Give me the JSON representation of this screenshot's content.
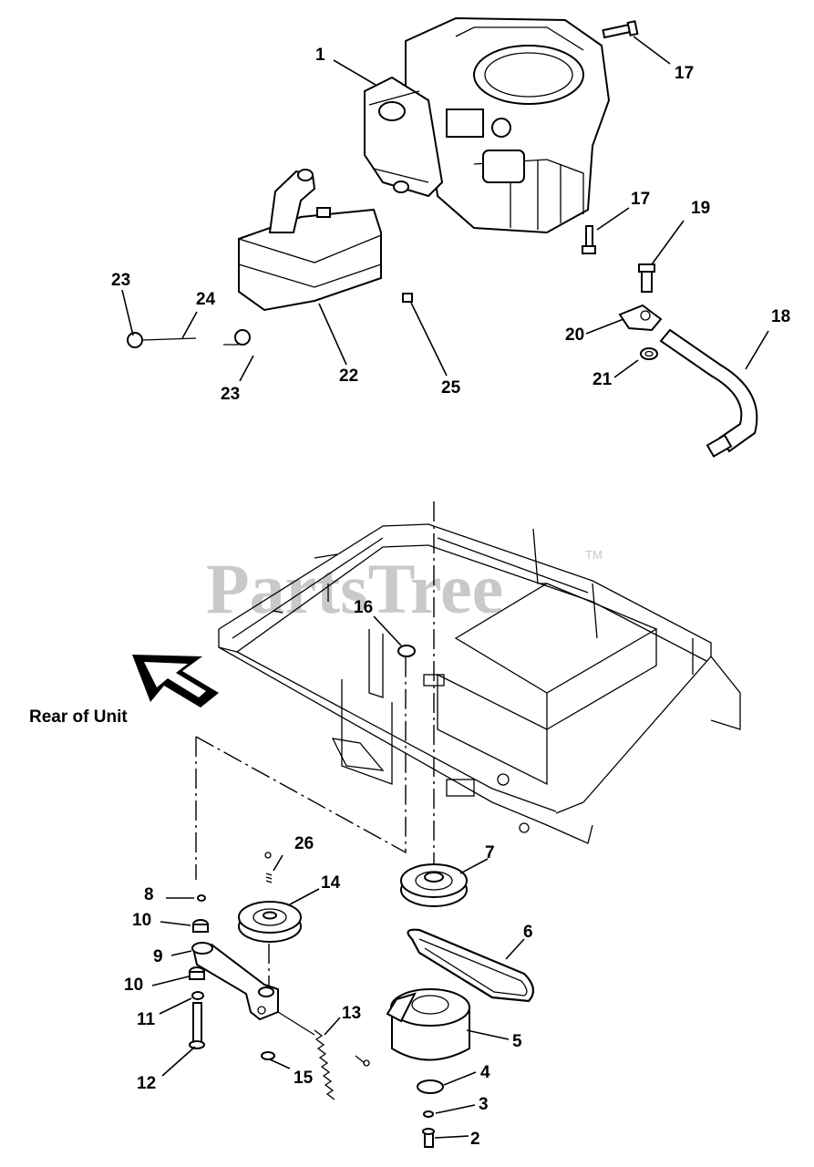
{
  "watermark": {
    "text": "PartsTree",
    "trademark": "TM"
  },
  "orientation_label": "Rear of Unit",
  "callouts": [
    {
      "id": "c1",
      "number": "1"
    },
    {
      "id": "c2",
      "number": "2"
    },
    {
      "id": "c3",
      "number": "3"
    },
    {
      "id": "c4",
      "number": "4"
    },
    {
      "id": "c5",
      "number": "5"
    },
    {
      "id": "c6",
      "number": "6"
    },
    {
      "id": "c7",
      "number": "7"
    },
    {
      "id": "c8",
      "number": "8"
    },
    {
      "id": "c9",
      "number": "9"
    },
    {
      "id": "c10a",
      "number": "10"
    },
    {
      "id": "c10b",
      "number": "10"
    },
    {
      "id": "c11",
      "number": "11"
    },
    {
      "id": "c12",
      "number": "12"
    },
    {
      "id": "c13",
      "number": "13"
    },
    {
      "id": "c14",
      "number": "14"
    },
    {
      "id": "c15",
      "number": "15"
    },
    {
      "id": "c16",
      "number": "16"
    },
    {
      "id": "c17a",
      "number": "17"
    },
    {
      "id": "c17b",
      "number": "17"
    },
    {
      "id": "c18",
      "number": "18"
    },
    {
      "id": "c19",
      "number": "19"
    },
    {
      "id": "c20",
      "number": "20"
    },
    {
      "id": "c21",
      "number": "21"
    },
    {
      "id": "c22",
      "number": "22"
    },
    {
      "id": "c23a",
      "number": "23"
    },
    {
      "id": "c23b",
      "number": "23"
    },
    {
      "id": "c24",
      "number": "24"
    },
    {
      "id": "c25",
      "number": "25"
    },
    {
      "id": "c26",
      "number": "26"
    }
  ]
}
